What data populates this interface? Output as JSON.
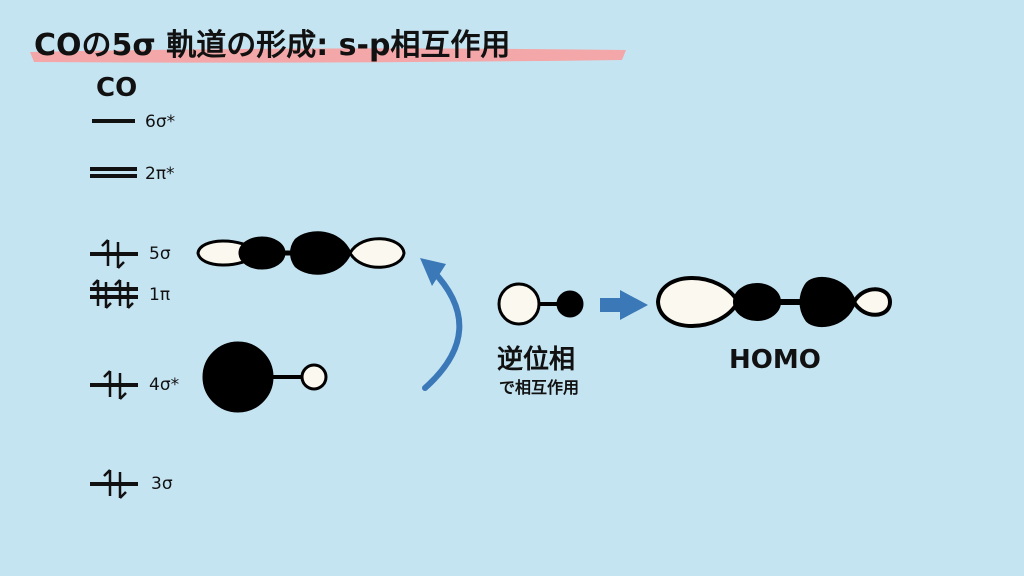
{
  "title": "COの5σ 軌道の形成: s-p相互作用",
  "molecule": "CO",
  "levels": [
    {
      "label": "6σ*",
      "type": "single",
      "electrons": "none"
    },
    {
      "label": "2π*",
      "type": "double",
      "electrons": "none"
    },
    {
      "label": "5σ",
      "type": "single",
      "electrons": "pair"
    },
    {
      "label": "1π",
      "type": "double",
      "electrons": "pair"
    },
    {
      "label": "4σ*",
      "type": "single",
      "electrons": "pair"
    },
    {
      "label": "3σ",
      "type": "single",
      "electrons": "pair"
    }
  ],
  "interaction": {
    "phase_label": "逆位相",
    "sub_label": "で相互作用"
  },
  "result_label": "HOMO",
  "colors": {
    "background": "#c5e4f2",
    "highlight": "#f4a7a8",
    "arrow": "#3a78b8",
    "lobe_dark": "#000000",
    "lobe_light": "#fbf8ef"
  }
}
